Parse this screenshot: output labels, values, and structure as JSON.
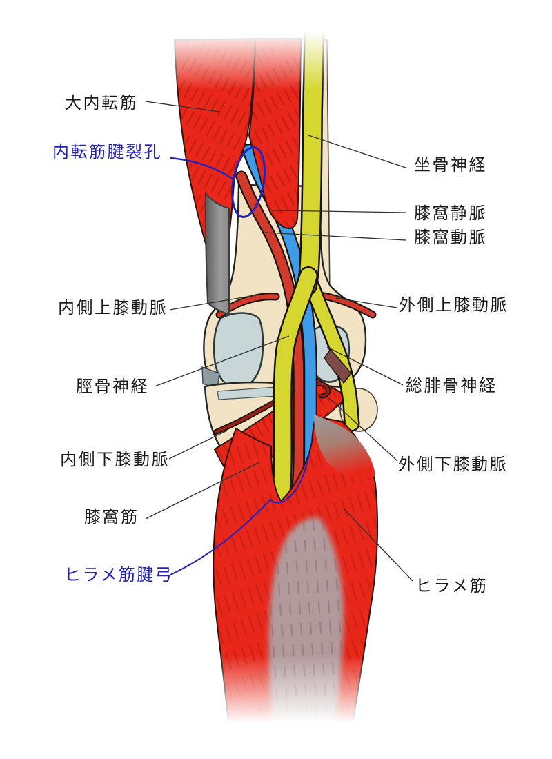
{
  "palette": {
    "muscle_red": "#e8271a",
    "artery_red": "#d23a2c",
    "vein_blue": "#3e9be8",
    "nerve_yellow": "#d6d630",
    "genicular_dark_red": "#992016",
    "bone_cream": "#f1e3c3",
    "cartilage_blue": "#c9d6d8",
    "tendon_gray": "#8c8c8c",
    "aponeurosis_mauve": "#b29a9c",
    "annotation_blue": "#2222bb",
    "label_black": "#1b1b1b"
  },
  "labels": {
    "adductor_magnus": "大内転筋",
    "adductor_hiatus": "内転筋腱裂孔",
    "sciatic_nerve": "坐骨神経",
    "popliteal_vein": "膝窩静脈",
    "popliteal_artery": "膝窩動脈",
    "medial_superior_genicular": "内側上膝動脈",
    "lateral_superior_genicular": "外側上膝動脈",
    "tibial_nerve": "脛骨神経",
    "common_peroneal_nerve": "総腓骨神経",
    "medial_inferior_genicular": "内側下膝動脈",
    "lateral_inferior_genicular": "外側下膝動脈",
    "popliteus": "膝窩筋",
    "soleus_arch": "ヒラメ筋腱弓",
    "soleus": "ヒラメ筋"
  }
}
